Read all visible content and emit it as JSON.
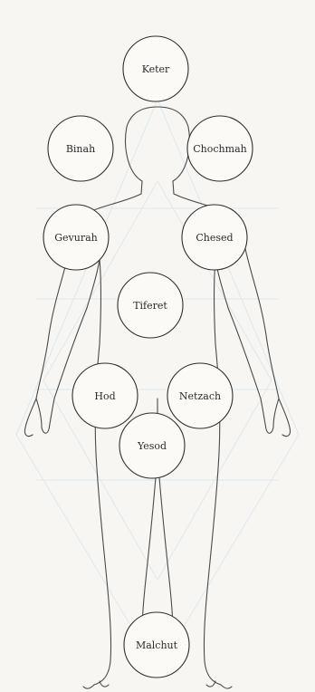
{
  "colors": {
    "background": "#f7f6f2",
    "outline": "#4a4a4a",
    "circle_stroke": "#2f2f2f",
    "label": "#2a2a2a"
  },
  "sefirot": [
    {
      "id": "keter",
      "label": "Keter"
    },
    {
      "id": "binah",
      "label": "Binah"
    },
    {
      "id": "chochmah",
      "label": "Chochmah"
    },
    {
      "id": "gevurah",
      "label": "Gevurah"
    },
    {
      "id": "chesed",
      "label": "Chesed"
    },
    {
      "id": "tiferet",
      "label": "Tiferet"
    },
    {
      "id": "hod",
      "label": "Hod"
    },
    {
      "id": "netzach",
      "label": "Netzach"
    },
    {
      "id": "yesod",
      "label": "Yesod"
    },
    {
      "id": "malchut",
      "label": "Malchut"
    }
  ]
}
